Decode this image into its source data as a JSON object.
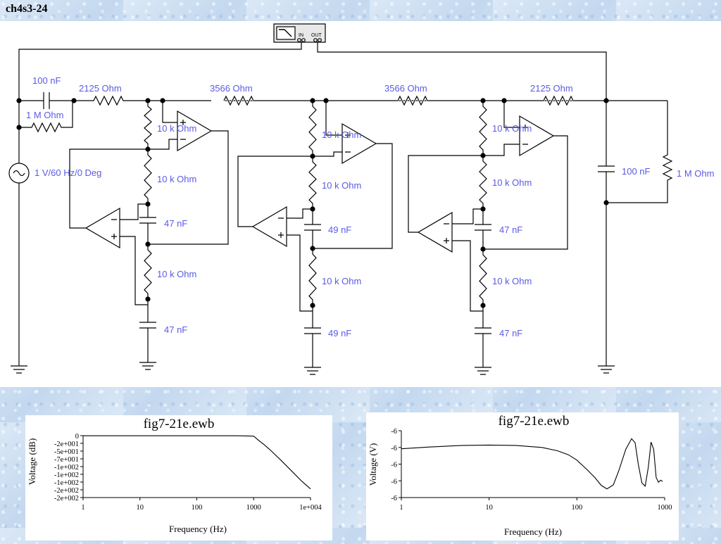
{
  "page_title": "ch4s3-24",
  "schematic": {
    "labels": {
      "c_in": "100 nF",
      "r_in_parallel": "1 M Ohm",
      "source": "1 V/60 Hz/0 Deg",
      "r_series_1": "2125  Ohm",
      "r_series_2": "3566  Ohm",
      "r_series_3": "3566  Ohm",
      "r_series_4": "2125  Ohm",
      "s1_r_top": "10 k Ohm",
      "s1_r_mid": "10 k Ohm",
      "s1_c_mid": "47 nF",
      "s1_r_low": "10 k Ohm",
      "s1_c_low": "47 nF",
      "s2_r_top": "10 k Ohm",
      "s2_r_mid": "10 k Ohm",
      "s2_c_mid": "49 nF",
      "s2_r_low": "10 k Ohm",
      "s2_c_low": "49 nF",
      "s3_r_top": "10 k Ohm",
      "s3_r_mid": "10 k Ohm",
      "s3_c_mid": "47 nF",
      "s3_r_low": "10 k Ohm",
      "s3_c_low": "47 nF",
      "c_out": "100 nF",
      "r_out": "1 M Ohm",
      "bode_in": "IN",
      "bode_out": "OUT"
    }
  },
  "chart_data": [
    {
      "type": "line",
      "title": "fig7-21e.ewb",
      "xlabel": "Frequency (Hz)",
      "ylabel": "Voltage (dB)",
      "xscale": "log",
      "xlim": [
        1,
        10000
      ],
      "ylim": [
        -200,
        0
      ],
      "x_ticks": [
        1,
        10,
        100,
        1000,
        10000
      ],
      "x_tick_labels": [
        "1",
        "10",
        "100",
        "1000",
        "1e+004"
      ],
      "y_ticks": [
        0,
        -25,
        -50,
        -75,
        -100,
        -125,
        -150,
        -175,
        -200
      ],
      "y_tick_labels": [
        "0",
        "-2e+001",
        "-5e+001",
        "-7e+001",
        "-1e+002",
        "-1e+002",
        "-1e+002",
        "-2e+002",
        "-2e+002"
      ],
      "grid": false,
      "series": [
        {
          "x": [
            1,
            10,
            100,
            500,
            1000,
            1200,
            1500,
            2000,
            3000,
            5000,
            7000,
            10000
          ],
          "y": [
            -0.5,
            -0.5,
            -0.5,
            -0.5,
            -1.5,
            -14,
            -28,
            -48,
            -79,
            -120,
            -147,
            -172
          ],
          "color": "#000000"
        }
      ]
    },
    {
      "type": "line",
      "title": "fig7-21e.ewb",
      "xlabel": "Frequency (Hz)",
      "ylabel": "Voltage (V)",
      "xscale": "log",
      "xlim": [
        1,
        1000
      ],
      "ylim": [
        0,
        1
      ],
      "x_ticks": [
        1,
        10,
        100,
        1000
      ],
      "x_tick_labels": [
        "1",
        "10",
        "100",
        "1000"
      ],
      "y_ticks": [
        1,
        0.75,
        0.5,
        0.25,
        0
      ],
      "y_tick_labels": [
        "-6",
        "-6",
        "-6",
        "-6",
        "-6"
      ],
      "grid": false,
      "series": [
        {
          "x": [
            1,
            2,
            5,
            10,
            20,
            40,
            60,
            80,
            100,
            130,
            160,
            190,
            220,
            260,
            300,
            360,
            420,
            460,
            500,
            550,
            600,
            650,
            700,
            750,
            800,
            850,
            900,
            950
          ],
          "y": [
            0.73,
            0.755,
            0.78,
            0.785,
            0.78,
            0.75,
            0.7,
            0.64,
            0.56,
            0.42,
            0.3,
            0.18,
            0.13,
            0.19,
            0.4,
            0.72,
            0.88,
            0.82,
            0.5,
            0.22,
            0.17,
            0.45,
            0.83,
            0.72,
            0.3,
            0.23,
            0.26,
            0.24
          ],
          "color": "#000000"
        }
      ]
    }
  ]
}
